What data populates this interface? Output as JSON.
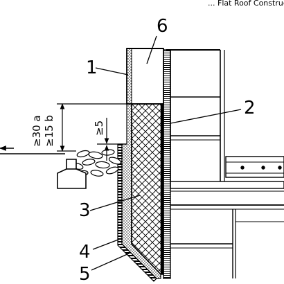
{
  "header_fragment": "... Flat Roof Construction",
  "callouts": {
    "c1": "1",
    "c2": "2",
    "c3": "3",
    "c4": "4",
    "c5": "5",
    "c6": "6"
  },
  "dimensions": {
    "height_a": "≥30 a",
    "height_b": "≥15 b",
    "min5": "≥5"
  },
  "colors": {
    "ink": "#000000",
    "background": "#ffffff"
  }
}
